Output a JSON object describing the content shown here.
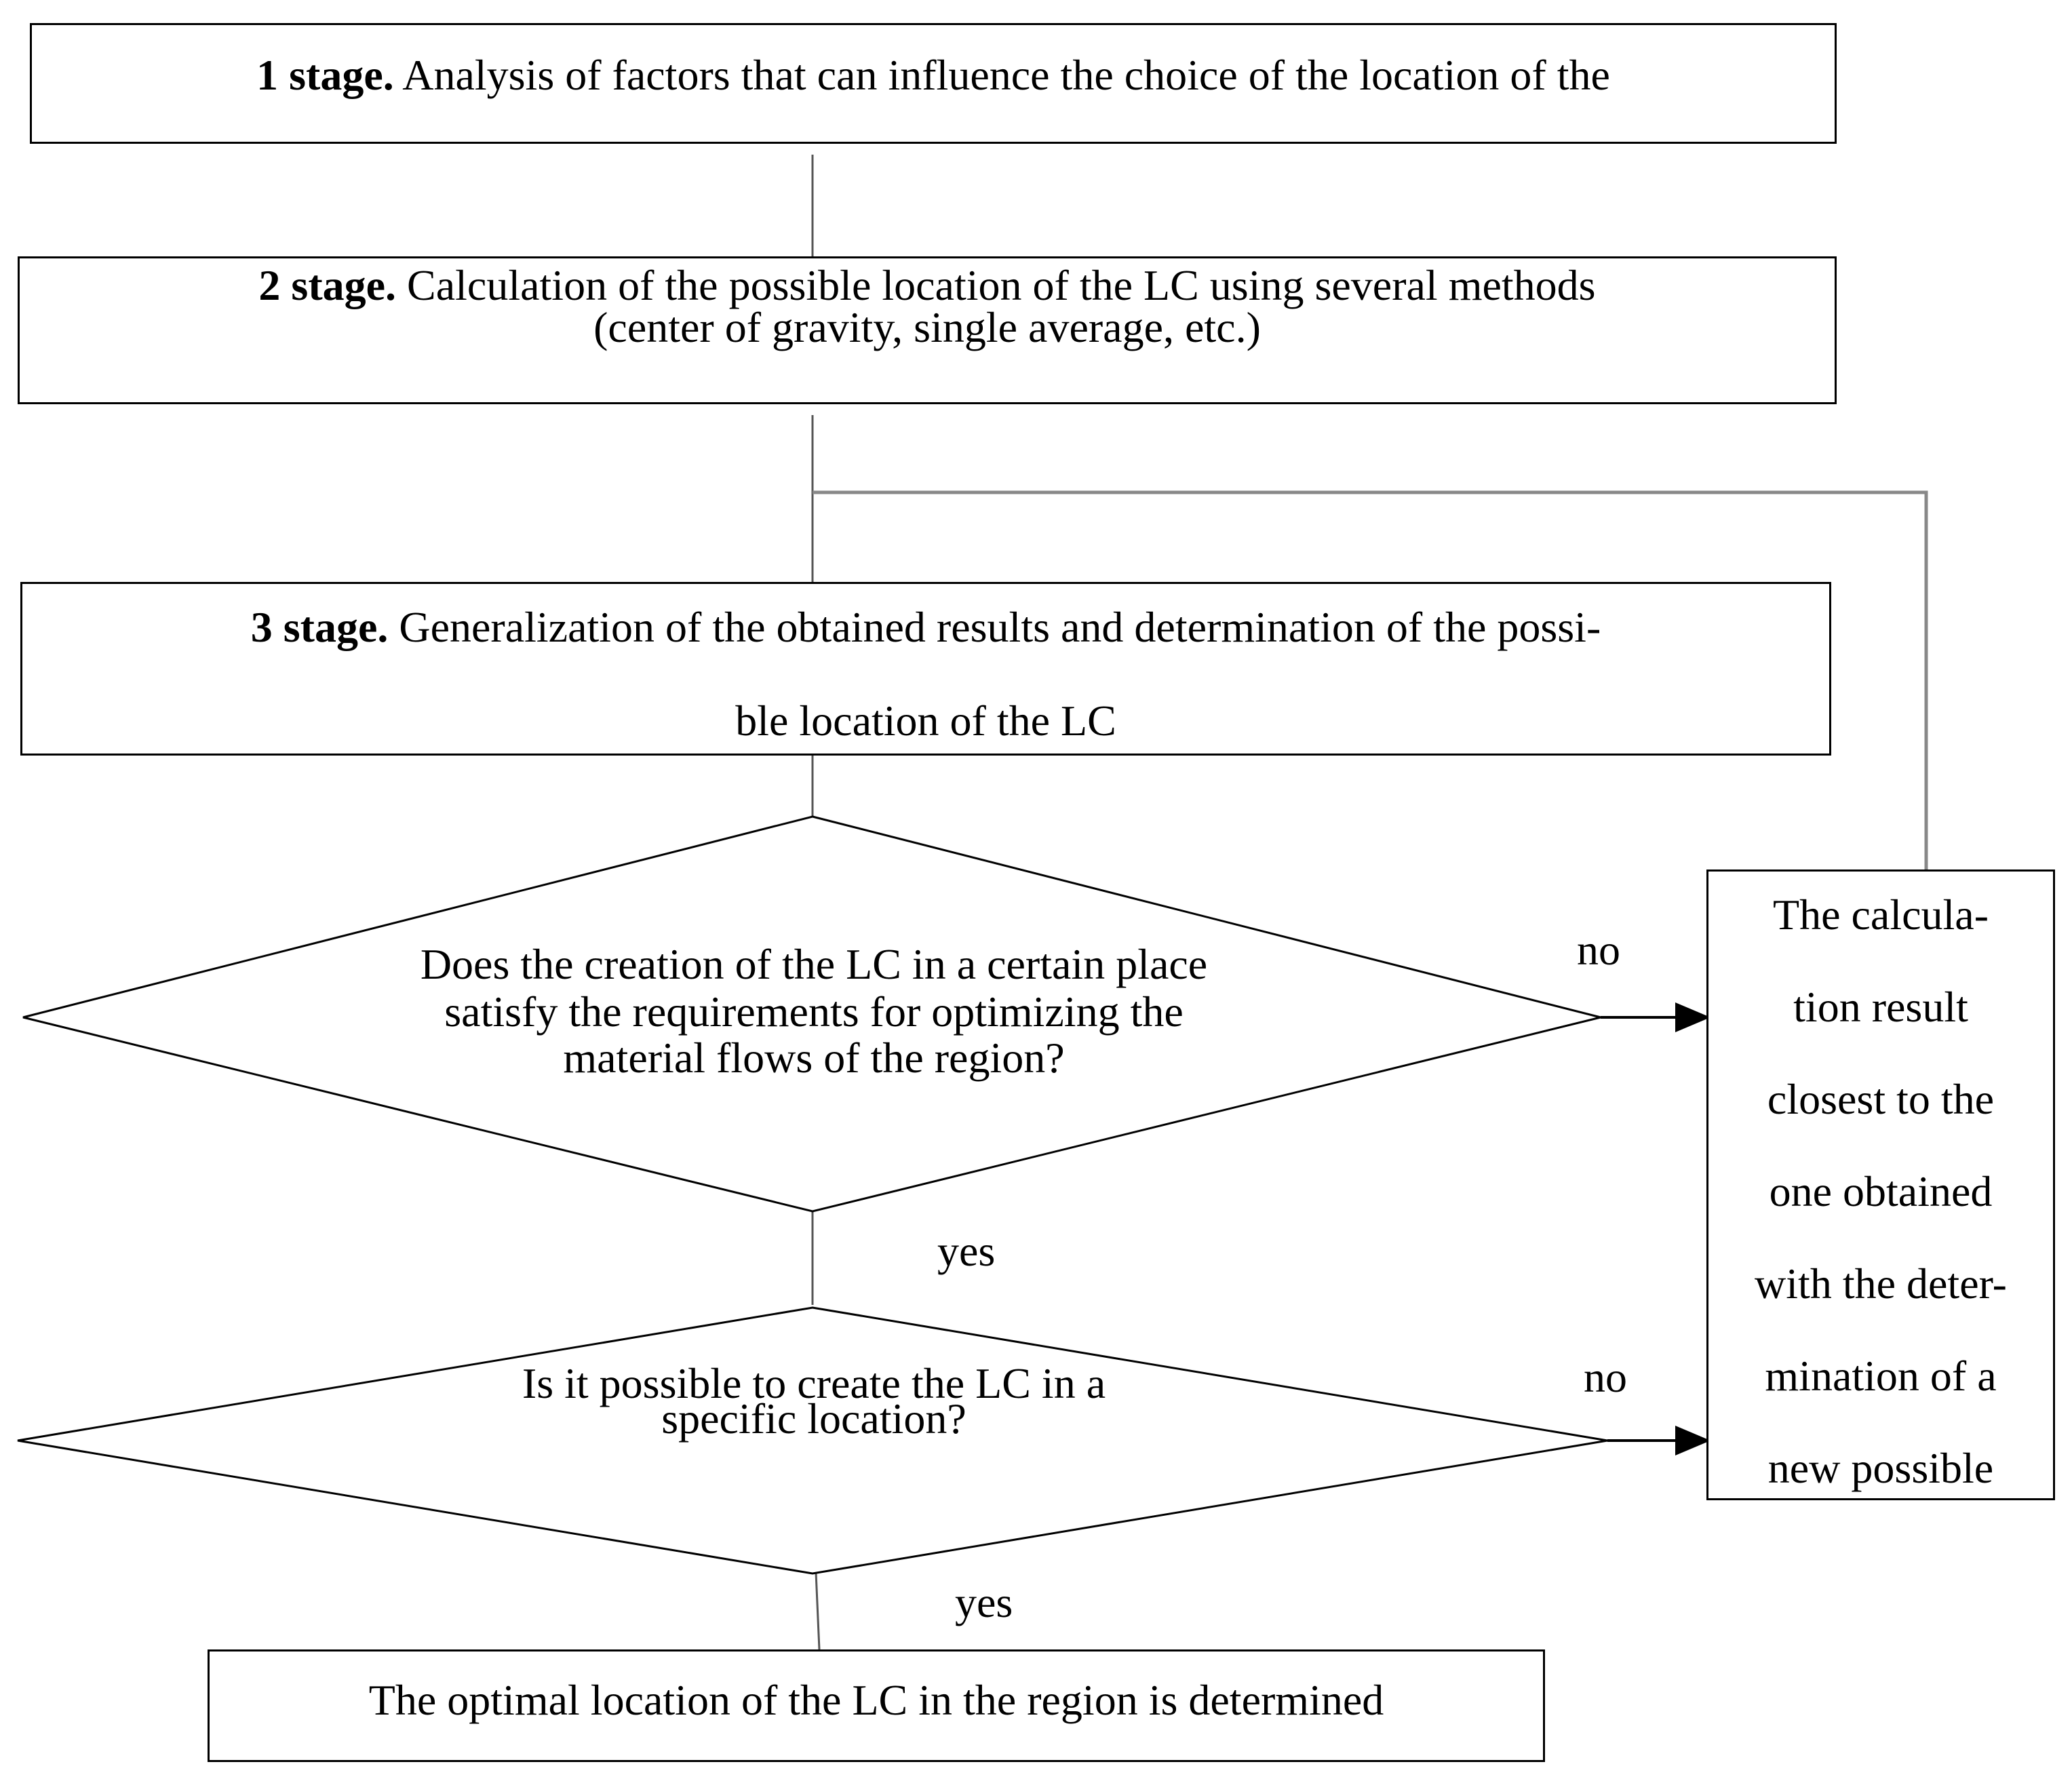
{
  "stages": [
    {
      "prefix": "1 stage.",
      "text": " Analysis of factors that can influence the choice of the location of the"
    },
    {
      "prefix": "2 stage.",
      "text": " Calculation of the possible location of the LC using several methods",
      "text2": "(center of gravity, single average, etc.)"
    },
    {
      "prefix": "3 stage.",
      "text": " Generalization of the obtained results and determination of the possi-",
      "text2": "ble location of the LC"
    }
  ],
  "decisions": [
    {
      "line1": "Does the creation of the LC in a certain place",
      "line2": "satisfy the requirements for optimizing the",
      "line3": "material flows of the region?",
      "no_label": "no",
      "yes_label": "yes"
    },
    {
      "line1": "Is it possible to create the LC in a",
      "line2": "specific location?",
      "no_label": "no",
      "yes_label": "yes"
    }
  ],
  "side_box": {
    "lines": [
      "The calcula-",
      "tion result",
      "closest to the",
      "one obtained",
      "with the deter-",
      "mination of a",
      "new possible"
    ]
  },
  "final_box": {
    "text": "The optimal location of the LC in the region is determined"
  }
}
